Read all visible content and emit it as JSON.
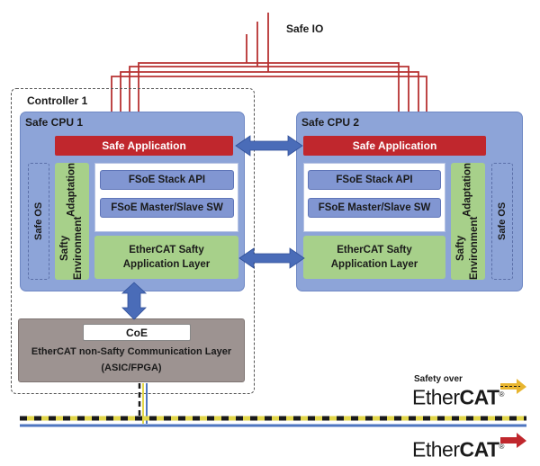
{
  "safe_io": "Safe IO",
  "controller": {
    "title": "Controller 1"
  },
  "cpu1": {
    "title": "Safe CPU 1",
    "app": "Safe Application",
    "stack_api": "FSoE Stack API",
    "master_slave": "FSoE Master/Slave SW",
    "env_line1": "Safty Environment",
    "env_line2": "Adaptation",
    "safe_os": "Safe OS",
    "app_layer_line1": "EtherCAT Safty",
    "app_layer_line2": "Application Layer"
  },
  "cpu2": {
    "title": "Safe CPU 2",
    "app": "Safe Application",
    "stack_api": "FSoE Stack API",
    "master_slave": "FSoE Master/Slave SW",
    "env_line1": "Safty Environment",
    "env_line2": "Adaptation",
    "safe_os": "Safe OS",
    "app_layer_line1": "EtherCAT Safty",
    "app_layer_line2": "Application Layer"
  },
  "comm": {
    "coe": "CoE",
    "line1": "EtherCAT non-Safty Communication Layer",
    "line2": "(ASIC/FPGA)"
  },
  "logos": {
    "safety_over": "Safety over",
    "ethercat_safety_ether": "Ether",
    "ethercat_safety_cat": "CAT",
    "ethercat_ether": "Ether",
    "ethercat_cat": "CAT",
    "reg": "®"
  },
  "colors": {
    "cpu_blue": "#8da4d8",
    "safe_app_red": "#c0272d",
    "layer_green": "#a7d08a",
    "arrow_blue": "#4a6cb8",
    "io_wire_red": "#b73232",
    "bus_yellow": "#e2d64a",
    "bus_blue": "#4e76c0",
    "ethercat_red": "#c0272d"
  }
}
